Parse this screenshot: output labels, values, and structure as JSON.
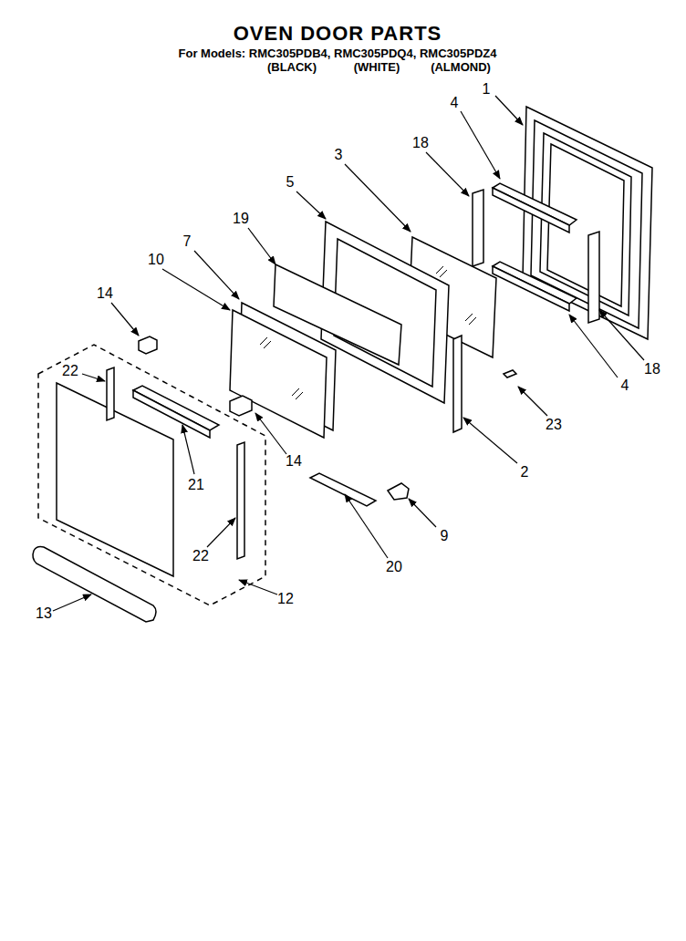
{
  "diagram": {
    "title": "OVEN DOOR PARTS",
    "labels": [
      "For Models: RMC305PDB4, RMC305PDQ4, RMC305PDZ4",
      "(BLACK)",
      "(WHITE)",
      "(ALMOND)",
      "1",
      "4",
      "18",
      "3",
      "5",
      "19",
      "7",
      "10",
      "14",
      "22",
      "21",
      "14",
      "4",
      "18",
      "23",
      "2",
      "9",
      "20",
      "22",
      "12",
      "13"
    ]
  }
}
